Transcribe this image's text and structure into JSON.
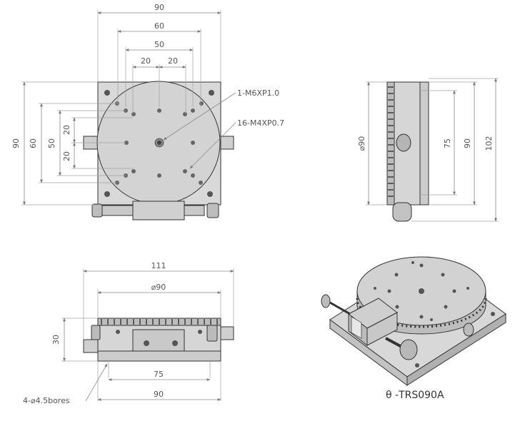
{
  "top_view": {
    "dims_horizontal": [
      "90",
      "60",
      "50",
      "20",
      "20"
    ],
    "dims_vertical": [
      "90",
      "60",
      "50",
      "20",
      "20"
    ],
    "callout_center_thread": "1-M6XP1.0",
    "callout_mount_threads": "16-M4XP0.7"
  },
  "side_view": {
    "dim_diameter": "⌀90",
    "dim_75": "75",
    "dim_90": "90",
    "dim_102": "102"
  },
  "front_view": {
    "dim_111": "111",
    "dim_diameter": "⌀90",
    "dim_30": "30",
    "dim_75": "75",
    "dim_90": "90",
    "callout_bores": "4-⌀4.5bores"
  },
  "iso_view": {
    "model_label": "θ -TRS090A"
  }
}
